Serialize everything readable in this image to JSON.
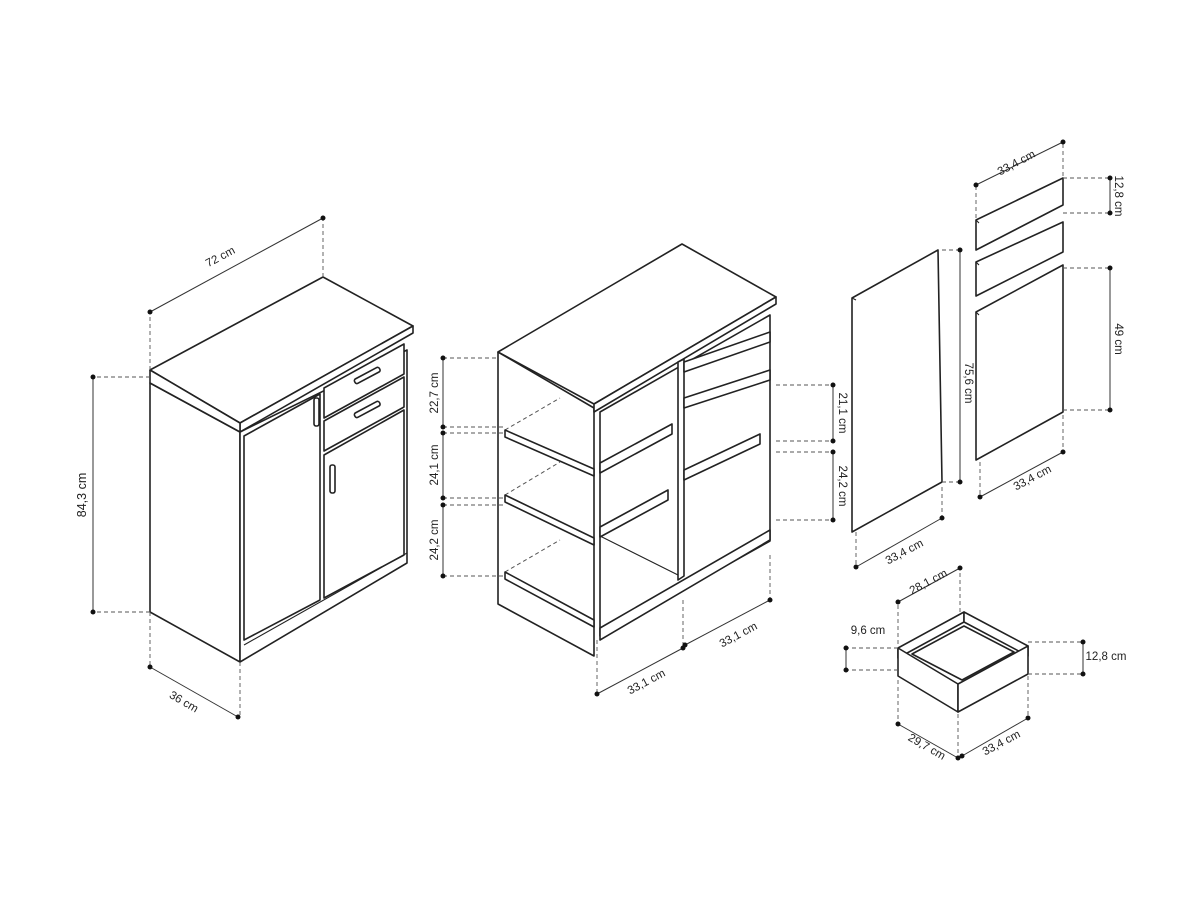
{
  "dimensions": {
    "cabinet": {
      "width": "72 cm",
      "height": "84,3 cm",
      "depth": "36 cm"
    },
    "carcass": {
      "left_top": "22,7 cm",
      "left_middle": "24,1 cm",
      "left_bottom": "24,2 cm",
      "right_top": "21,1 cm",
      "right_bottom": "24,2 cm",
      "bottom_left": "33,1 cm",
      "bottom_right": "33,1 cm"
    },
    "side_panel": {
      "height": "75,6 cm",
      "depth": "33,4 cm"
    },
    "fronts": {
      "top_width": "33,4 cm",
      "drawer_front_height": "12,8 cm",
      "door_height": "49 cm",
      "bottom_width": "33,4 cm"
    },
    "drawer": {
      "inner_width": "28,1 cm",
      "side_height": "9,6 cm",
      "front_height": "12,8 cm",
      "depth": "29,7 cm",
      "front_width": "33,4 cm"
    }
  }
}
